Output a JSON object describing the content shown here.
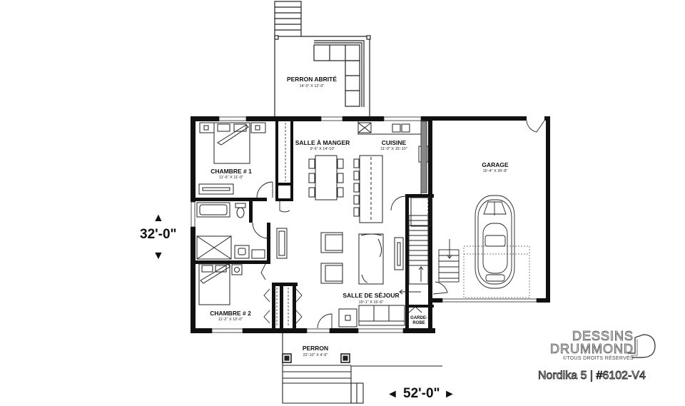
{
  "plan": {
    "name": "Nordika 5",
    "plan_number": "#6102-V4",
    "footer_label": "Nordika 5 | #6102-V4"
  },
  "dimensions": {
    "width": "52'-0\"",
    "depth": "32'-0\""
  },
  "rooms": {
    "perron_abrite": {
      "name": "PERRON ABRITÉ",
      "size": "14'-0\" X 12'-0\""
    },
    "chambre_1": {
      "name": "CHAMBRE # 1",
      "size": "11'-6\" X 11'-0\""
    },
    "salle_a_manger": {
      "name": "SALLE À MANGER",
      "size": "9'-6\" X 14'-10\""
    },
    "cuisine": {
      "name": "CUISINE",
      "size": "11'-0\" X 15'-10\""
    },
    "garage": {
      "name": "GARAGE",
      "size": "15'-4\" X 26'-8\""
    },
    "salle_de_sejour": {
      "name": "SALLE DE SÉJOUR",
      "size": "19'-1\" X 15'-6\""
    },
    "chambre_2": {
      "name": "CHAMBRE # 2",
      "size": "11'-2\" X 10'-0\""
    },
    "garde_robe": {
      "name_line1": "GARDE-",
      "name_line2": "ROBE"
    },
    "perron": {
      "name": "PERRON",
      "size": "22'-10\" X 4'-6\""
    }
  },
  "brand": {
    "line1": "DESSINS",
    "line2": "DRUMMOND",
    "rights": "©TOUS DROITS RÉSERVÉS"
  },
  "icons": {
    "arrow_up": "▲",
    "arrow_down": "▼",
    "arrow_left": "◄",
    "arrow_right": "►"
  },
  "colors": {
    "wall": "#111111",
    "line": "#222222",
    "background": "#ffffff",
    "brand_outline": "#444444"
  }
}
